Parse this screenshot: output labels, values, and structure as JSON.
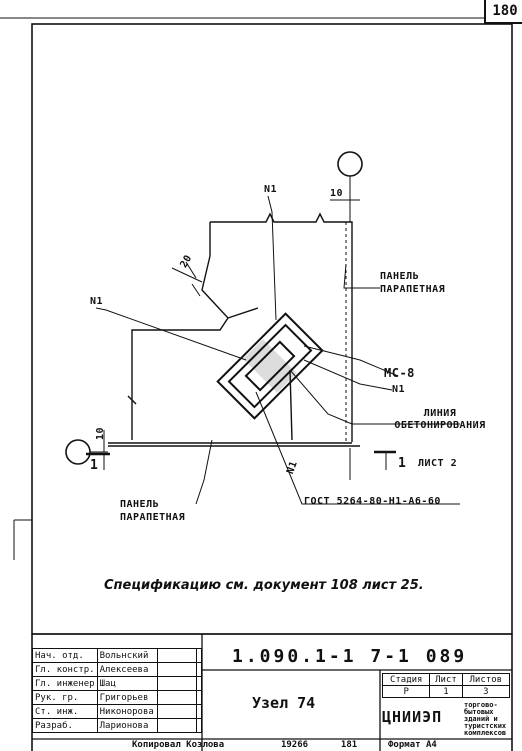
{
  "page_number": "180",
  "drawing": {
    "callout_top_left": "N1",
    "callout_top": "N1",
    "dim_top": "10",
    "dim_diag": "20",
    "dim_left": "10",
    "panel_top_label": "ПАНЕЛЬ ПАРАПЕТНАЯ",
    "label_mc8": "МС-8",
    "label_n1_right": "N1",
    "label_line": "ЛИНИЯ ОБЕТОНИРОВАНИЯ",
    "section_mark_right": "1",
    "sheet_ref_right": "ЛИСТ 2",
    "section_mark_left": "1",
    "label_n1_bottom": "N1",
    "gost_label": "ГОСТ 5264-80-Н1-А6-60",
    "panel_bottom_label": "ПАНЕЛЬ ПАРАПЕТНАЯ"
  },
  "spec_note": "Спецификацию см. документ 108 лист 25.",
  "title_block": {
    "names": [
      [
        "Нач. отд.",
        "Вольнский"
      ],
      [
        "Гл. констр.",
        "Алексеева"
      ],
      [
        "Гл. инженер",
        "Шац"
      ],
      [
        "Рук. гр.",
        "Григорьев"
      ],
      [
        "Ст. инж.",
        "Никонорова"
      ],
      [
        "Разраб.",
        "Ларионова"
      ]
    ],
    "doc_number": "1.090.1-1 7-1 089",
    "title": "Узел 74",
    "stage_header": [
      "Стадия",
      "Лист",
      "Листов"
    ],
    "stage_values": [
      "Р",
      "1",
      "3"
    ],
    "org": "ЦНИИЭП",
    "org_sub": "торгово-бытовых зданий и туристских комплексов"
  },
  "footer": {
    "copied": "Копировал Козлова",
    "num": "19266",
    "code": "181",
    "format": "Формат А4"
  }
}
